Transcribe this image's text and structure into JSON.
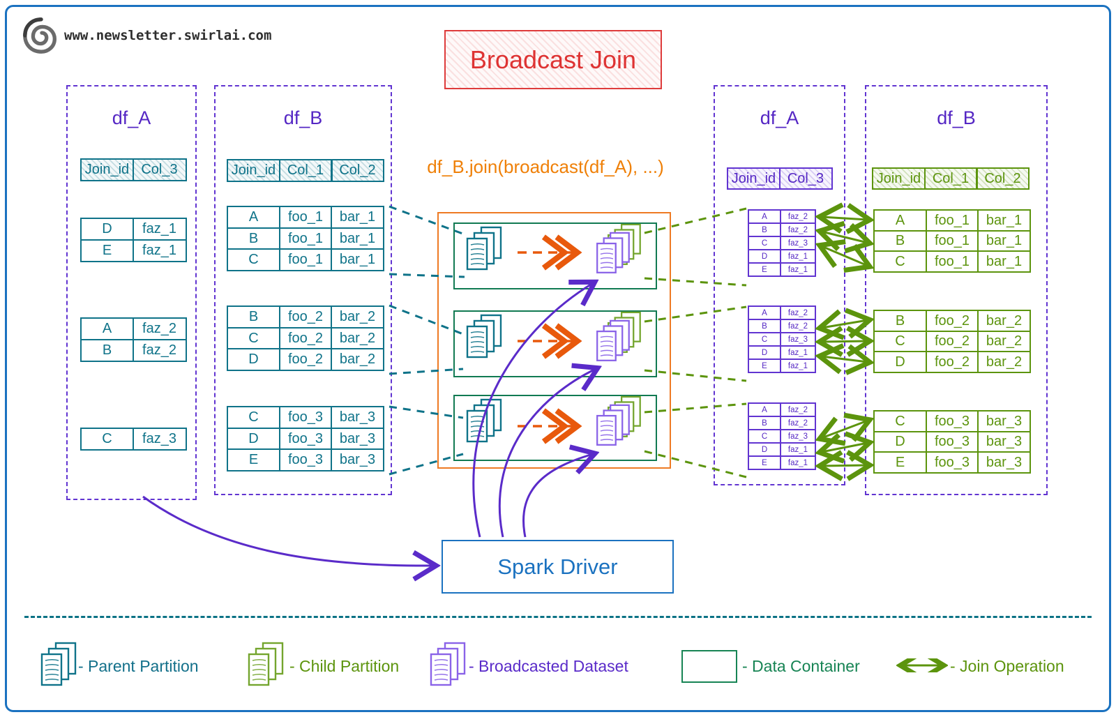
{
  "site": {
    "url": "www.newsletter.swirlai.com",
    "logo": "swirl-logo"
  },
  "header": {
    "title": "Broadcast Join"
  },
  "code_label": "df_B.join(broadcast(df_A), ...)",
  "spark_driver_label": "Spark Driver",
  "left_dfA": {
    "title": "df_A",
    "header": [
      [
        "Join_id",
        "Col_3"
      ]
    ],
    "partitions": [
      [
        [
          "D",
          "faz_1"
        ],
        [
          "E",
          "faz_1"
        ]
      ],
      [
        [
          "A",
          "faz_2"
        ],
        [
          "B",
          "faz_2"
        ]
      ],
      [
        [
          "C",
          "faz_3"
        ]
      ]
    ]
  },
  "left_dfB": {
    "title": "df_B",
    "header": [
      [
        "Join_id",
        "Col_1",
        "Col_2"
      ]
    ],
    "partitions": [
      [
        [
          "A",
          "foo_1",
          "bar_1"
        ],
        [
          "B",
          "foo_1",
          "bar_1"
        ],
        [
          "C",
          "foo_1",
          "bar_1"
        ]
      ],
      [
        [
          "B",
          "foo_2",
          "bar_2"
        ],
        [
          "C",
          "foo_2",
          "bar_2"
        ],
        [
          "D",
          "foo_2",
          "bar_2"
        ]
      ],
      [
        [
          "C",
          "foo_3",
          "bar_3"
        ],
        [
          "D",
          "foo_3",
          "bar_3"
        ],
        [
          "E",
          "foo_3",
          "bar_3"
        ]
      ]
    ]
  },
  "right_dfA": {
    "title": "df_A",
    "header": [
      [
        "Join_id",
        "Col_3"
      ]
    ],
    "copies": [
      [
        [
          "A",
          "faz_2"
        ],
        [
          "B",
          "faz_2"
        ],
        [
          "C",
          "faz_3"
        ],
        [
          "D",
          "faz_1"
        ],
        [
          "E",
          "faz_1"
        ]
      ],
      [
        [
          "A",
          "faz_2"
        ],
        [
          "B",
          "faz_2"
        ],
        [
          "C",
          "faz_3"
        ],
        [
          "D",
          "faz_1"
        ],
        [
          "E",
          "faz_1"
        ]
      ],
      [
        [
          "A",
          "faz_2"
        ],
        [
          "B",
          "faz_2"
        ],
        [
          "C",
          "faz_3"
        ],
        [
          "D",
          "faz_1"
        ],
        [
          "E",
          "faz_1"
        ]
      ]
    ]
  },
  "right_dfB": {
    "title": "df_B",
    "header": [
      [
        "Join_id",
        "Col_1",
        "Col_2"
      ]
    ],
    "partitions": [
      [
        [
          "A",
          "foo_1",
          "bar_1"
        ],
        [
          "B",
          "foo_1",
          "bar_1"
        ],
        [
          "C",
          "foo_1",
          "bar_1"
        ]
      ],
      [
        [
          "B",
          "foo_2",
          "bar_2"
        ],
        [
          "C",
          "foo_2",
          "bar_2"
        ],
        [
          "D",
          "foo_2",
          "bar_2"
        ]
      ],
      [
        [
          "C",
          "foo_3",
          "bar_3"
        ],
        [
          "D",
          "foo_3",
          "bar_3"
        ],
        [
          "E",
          "foo_3",
          "bar_3"
        ]
      ]
    ]
  },
  "legend": {
    "items": [
      {
        "icon": "parent-partition-doc-stack-icon",
        "label": "- Parent Partition",
        "color": "#13708a"
      },
      {
        "icon": "child-partition-doc-stack-icon",
        "label": "- Child Partition",
        "color": "#5c940d"
      },
      {
        "icon": "broadcasted-dataset-doc-stack-icon",
        "label": "- Broadcasted Dataset",
        "color": "#5a2bc9"
      },
      {
        "icon": "data-container-rect-icon",
        "label": "- Data Container",
        "color": "#178454"
      },
      {
        "icon": "join-operation-arrow-icon",
        "label": "- Join Operation",
        "color": "#5c940d"
      }
    ]
  },
  "palette": {
    "teal": "#0f7389",
    "purple": "#5527c4",
    "olive_green": "#5c940d",
    "dark_green": "#117a52",
    "orange": "#ee7a23",
    "orange_arrow": "#e8590c",
    "red": "#de3333",
    "blue": "#1b72c0"
  }
}
